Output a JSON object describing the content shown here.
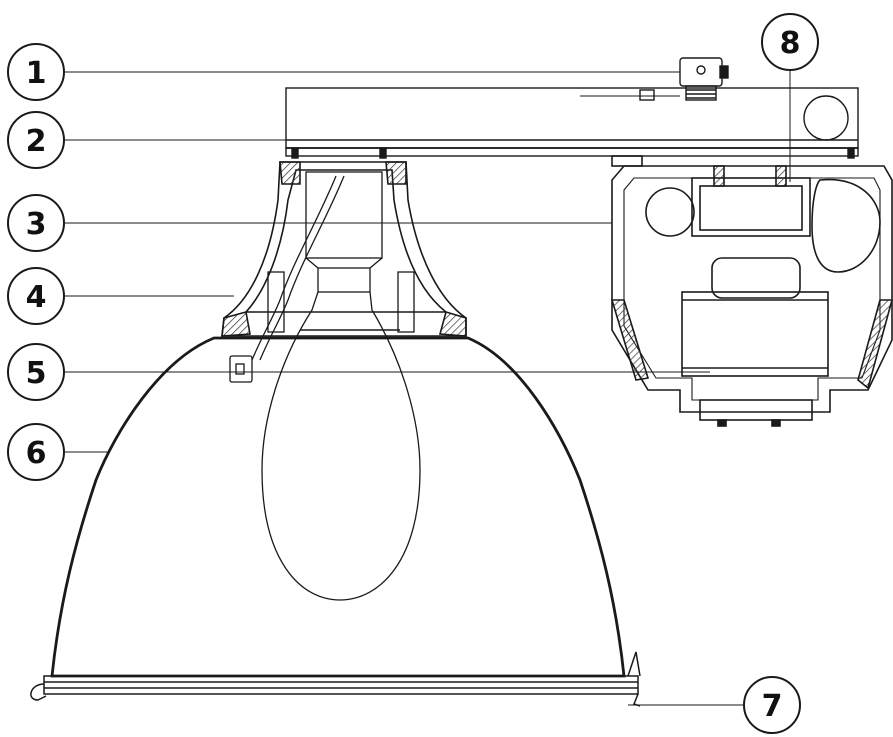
{
  "callouts": [
    {
      "id": "1",
      "label": "1"
    },
    {
      "id": "2",
      "label": "2"
    },
    {
      "id": "3",
      "label": "3"
    },
    {
      "id": "4",
      "label": "4"
    },
    {
      "id": "5",
      "label": "5"
    },
    {
      "id": "6",
      "label": "6"
    },
    {
      "id": "7",
      "label": "7"
    },
    {
      "id": "8",
      "label": "8"
    }
  ],
  "colors": {
    "line": "#1a1a1a",
    "hatch": "#555555",
    "background": "#ffffff"
  }
}
